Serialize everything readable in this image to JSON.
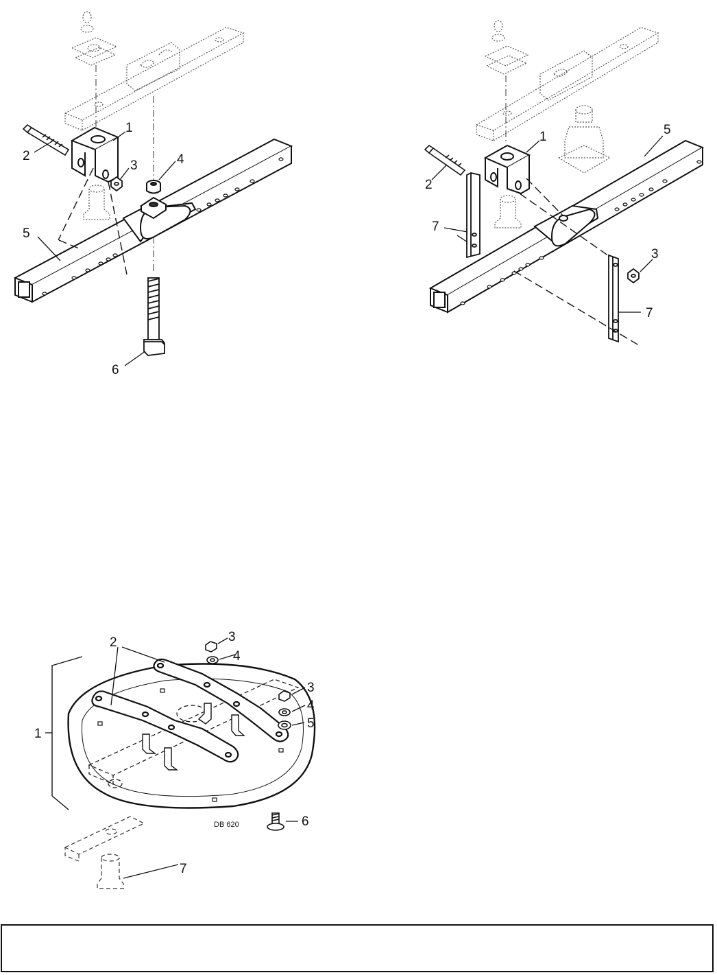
{
  "diagram_a": {
    "callouts": [
      "1",
      "2",
      "3",
      "4",
      "5",
      "6"
    ]
  },
  "diagram_b": {
    "callouts": [
      "1",
      "2",
      "3",
      "5",
      "7",
      "7"
    ]
  },
  "diagram_c": {
    "callouts": [
      "1",
      "2",
      "3",
      "4",
      "3",
      "4",
      "5",
      "6",
      "7"
    ],
    "figure_code": "DB 620"
  },
  "footer_box": {
    "text": ""
  }
}
